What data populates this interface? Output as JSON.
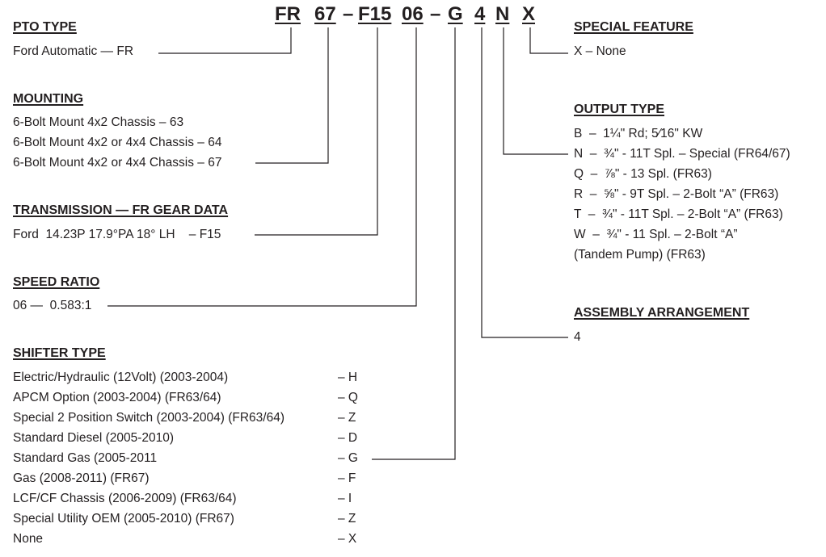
{
  "model_code": {
    "parts": [
      "FR",
      "67",
      "F15",
      "06",
      "G",
      "4",
      "N",
      "X"
    ],
    "separator": "–"
  },
  "pto_type": {
    "heading": "PTO TYPE",
    "items": [
      "Ford Automatic — FR"
    ]
  },
  "mounting": {
    "heading": "MOUNTING",
    "items": [
      "6-Bolt Mount 4x2 Chassis – 63",
      "6-Bolt Mount 4x2 or 4x4 Chassis – 64",
      "6-Bolt Mount 4x2 or 4x4 Chassis – 67"
    ]
  },
  "transmission": {
    "heading": "TRANSMISSION — FR GEAR DATA",
    "items": [
      "Ford  14.23P 17.9°PA 18° LH    – F15"
    ]
  },
  "speed_ratio": {
    "heading": "SPEED RATIO",
    "items": [
      "06 —  0.583:1"
    ]
  },
  "shifter_type": {
    "heading": "SHIFTER TYPE",
    "rows": [
      {
        "label": "Electric/Hydraulic (12Volt) (2003-2004)",
        "code": "– H"
      },
      {
        "label": "APCM Option (2003-2004) (FR63/64)",
        "code": "– Q"
      },
      {
        "label": "Special 2 Position Switch (2003-2004) (FR63/64)",
        "code": "– Z"
      },
      {
        "label": "Standard Diesel (2005-2010)",
        "code": "– D"
      },
      {
        "label": "Standard Gas (2005-2011",
        "code": "– G"
      },
      {
        "label": "Gas (2008-2011) (FR67)",
        "code": "– F"
      },
      {
        "label": "LCF/CF Chassis (2006-2009) (FR63/64)",
        "code": "– I"
      },
      {
        "label": "Special Utility OEM (2005-2010) (FR67)",
        "code": "– Z"
      },
      {
        "label": "None",
        "code": "– X"
      }
    ]
  },
  "special_feature": {
    "heading": "SPECIAL FEATURE",
    "items": [
      "X – None"
    ]
  },
  "output_type": {
    "heading": "OUTPUT TYPE",
    "items": [
      "B  –  1¼\" Rd; 5⁄16\" KW",
      "N  –  ¾\" - 11T Spl. – Special (FR64/67)",
      "Q  –  ⅞\" - 13 Spl. (FR63)",
      "R  –  ⅝\" - 9T Spl. – 2-Bolt “A” (FR63)",
      "T  –  ¾\" - 11T Spl. – 2-Bolt “A” (FR63)",
      "W  –  ¾\" - 11 Spl. – 2-Bolt “A”",
      "(Tandem Pump) (FR63)"
    ]
  },
  "assembly_arrangement": {
    "heading": "ASSEMBLY ARRANGEMENT",
    "items": [
      "4"
    ]
  }
}
